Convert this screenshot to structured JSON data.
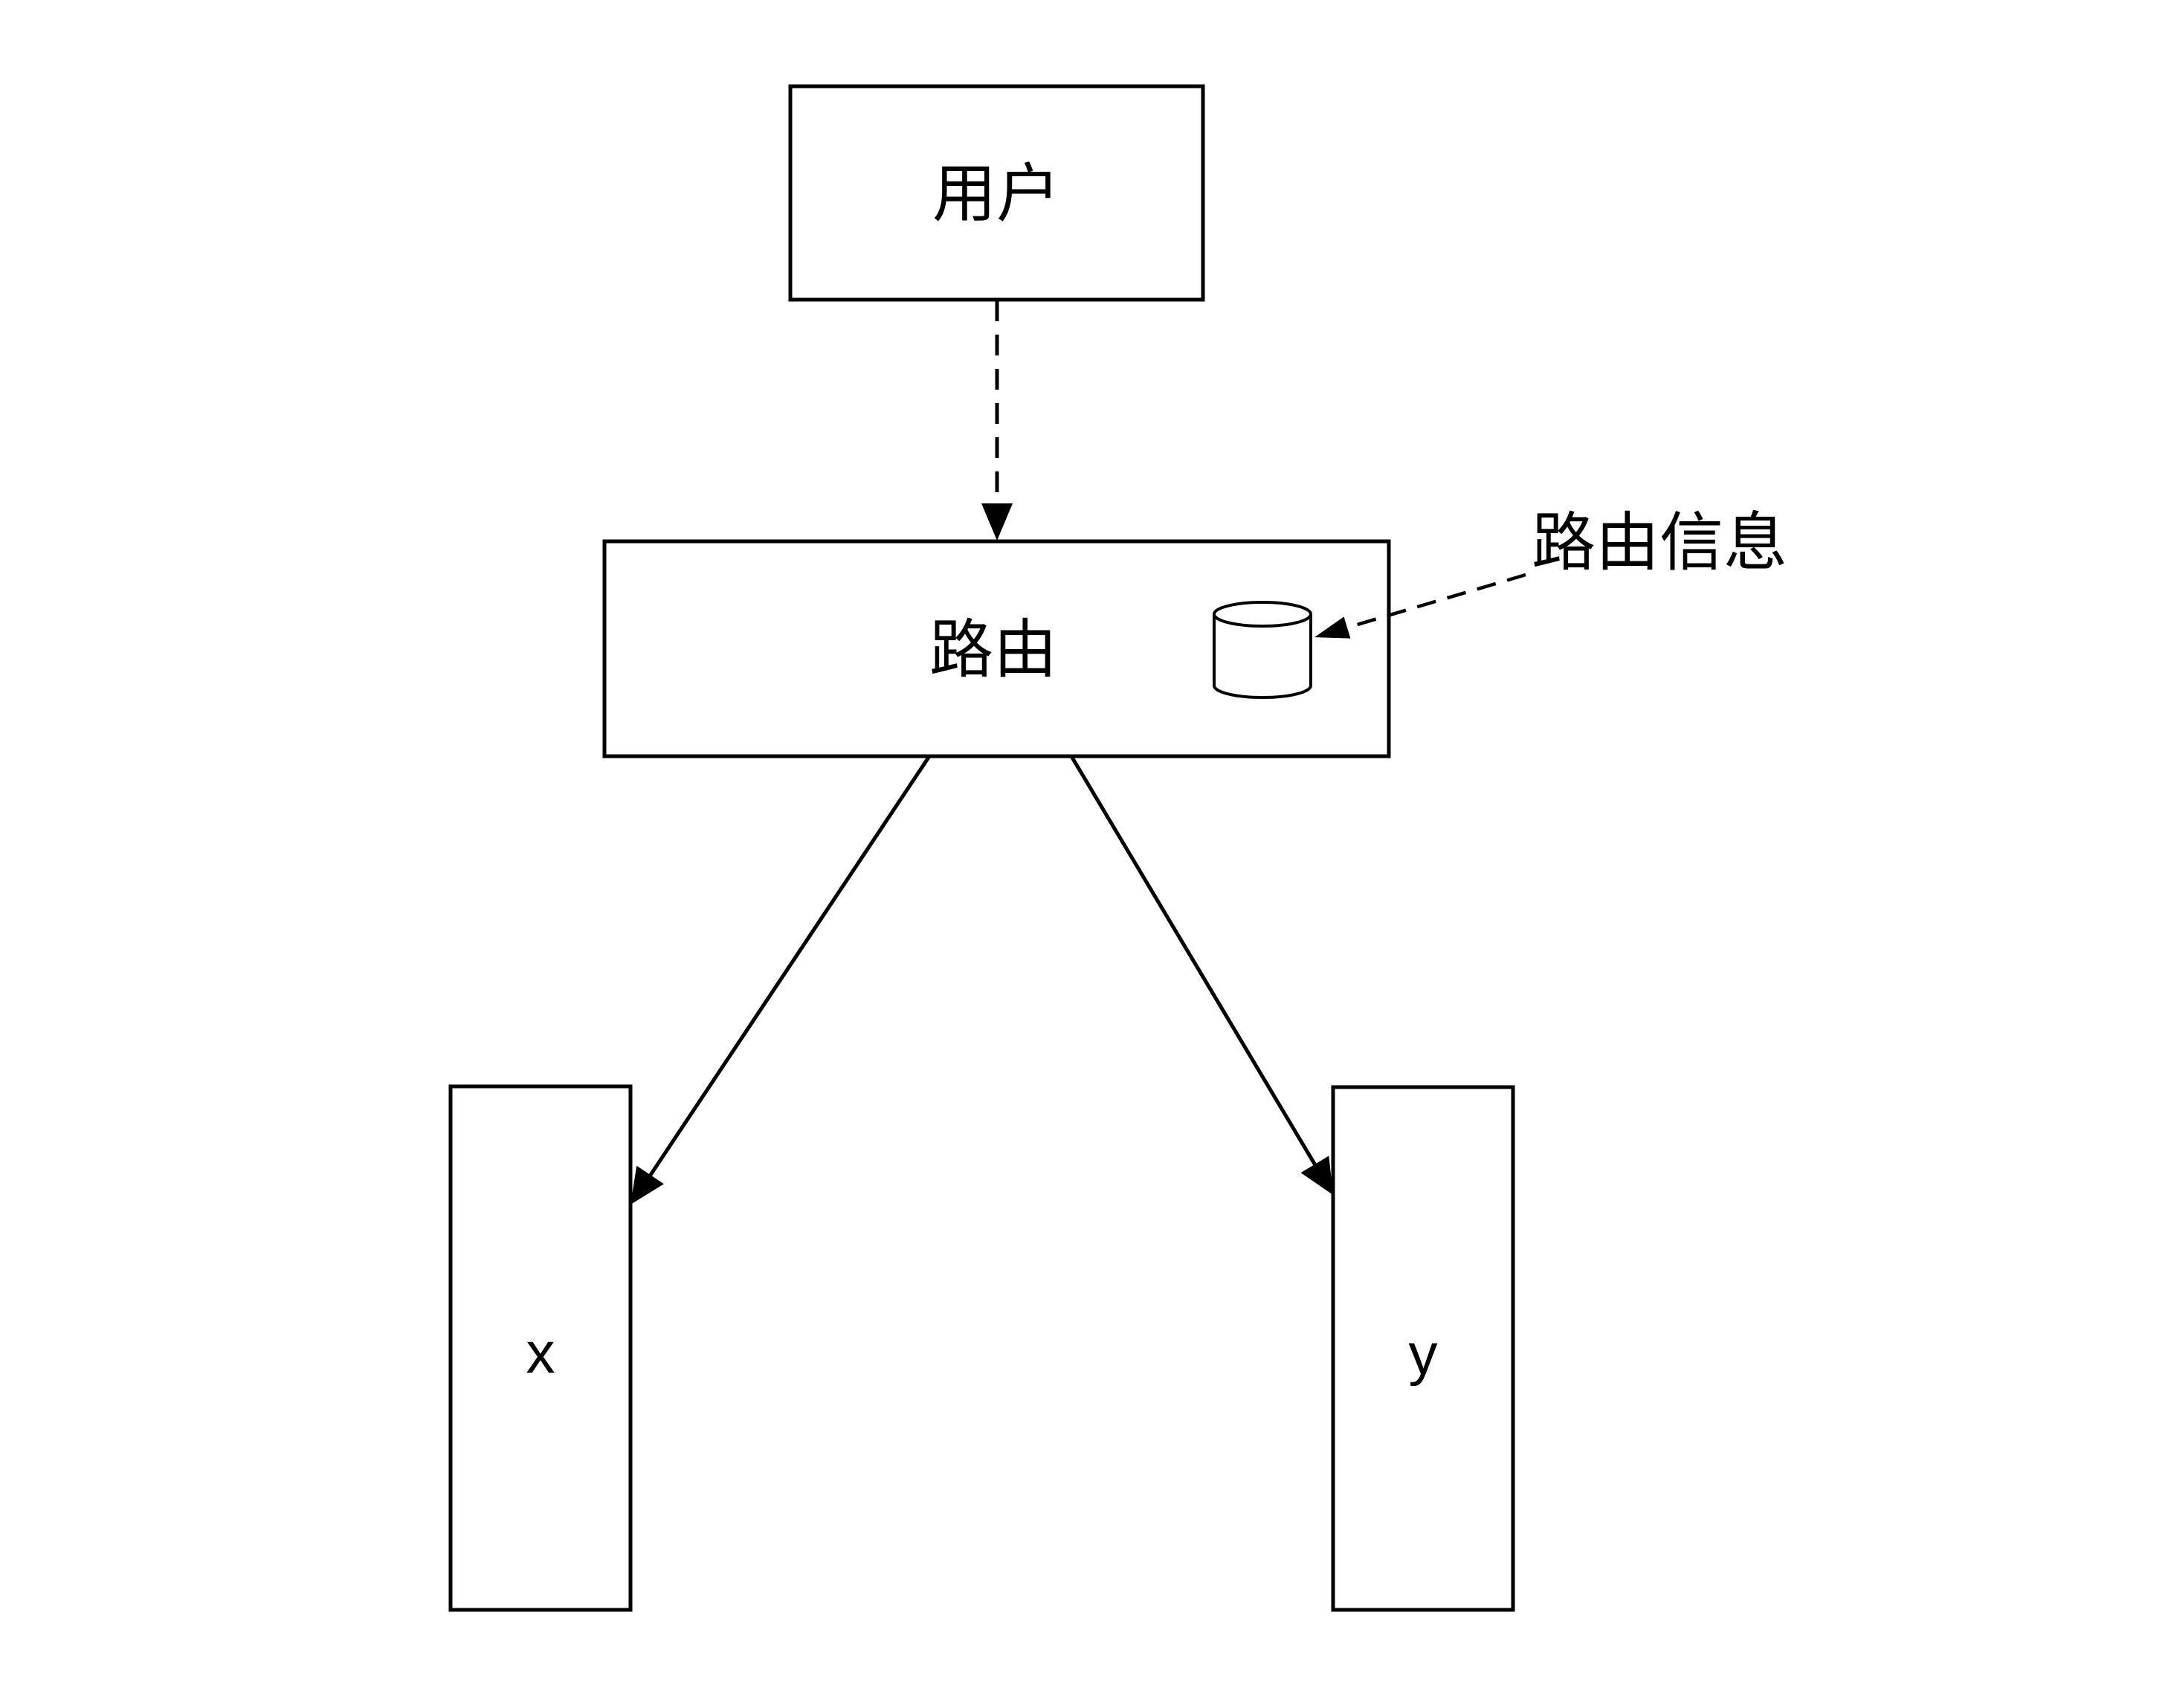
{
  "diagram": {
    "title": "routing-diagram",
    "nodes": {
      "user": {
        "label": "用户"
      },
      "router": {
        "label": "路由"
      },
      "branch_x": {
        "label": "x"
      },
      "branch_y": {
        "label": "y"
      }
    },
    "annotation": {
      "label": "路由信息"
    },
    "icons": {
      "database": "database-cylinder-icon"
    },
    "colors": {
      "stroke": "#000000",
      "router_fill": "#FDDAA2",
      "background": "#FFFFFF"
    }
  }
}
